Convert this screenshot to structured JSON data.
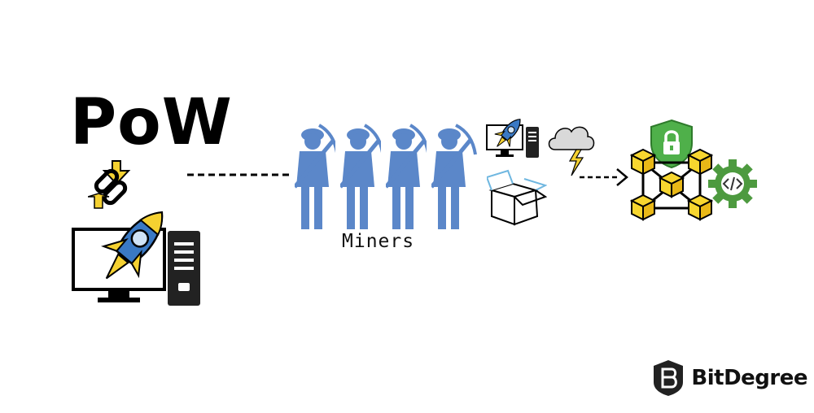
{
  "diagram": {
    "title": "PoW",
    "miners_label": "Miners",
    "brand_name": "BitDegree"
  },
  "colors": {
    "miner_blue": "#5b87c9",
    "rocket_yellow": "#f5d131",
    "rocket_blue": "#3a79c4",
    "shield_green": "#4fb04a",
    "block_yellow": "#f7d62f",
    "gear_green": "#4d9a3f",
    "box_blue": "#6fb7e0"
  },
  "icons": [
    "chain-link-icon",
    "computer-rocket-icon",
    "miner-icon",
    "small-computer-icon",
    "storm-cloud-icon",
    "open-box-icon",
    "shield-lock-icon",
    "blockchain-icon",
    "code-gear-icon",
    "bitdegree-logo-icon"
  ]
}
